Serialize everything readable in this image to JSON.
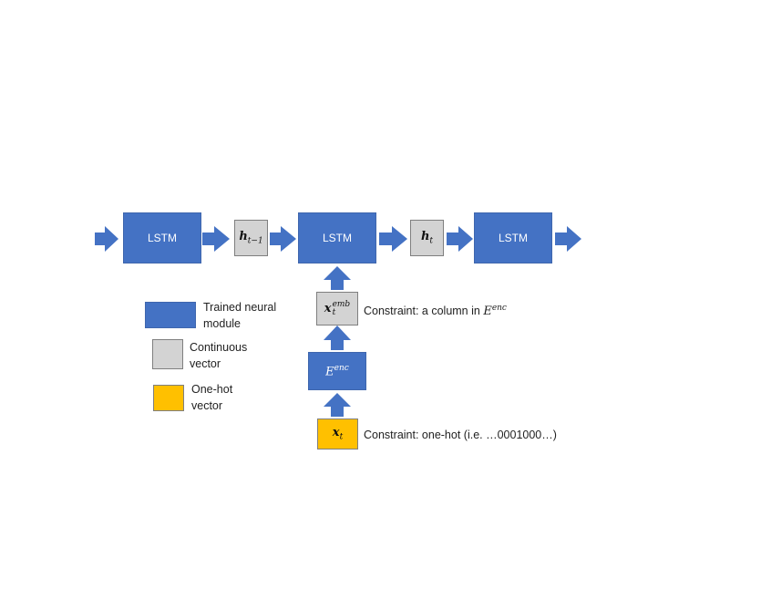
{
  "lstm_label": "LSTM",
  "hidden_prev": {
    "main": "h",
    "sub": "t−1"
  },
  "hidden_cur": {
    "main": "h",
    "sub": "t"
  },
  "embedding": {
    "main": "x",
    "sub": "t",
    "sup": "emb"
  },
  "encoder": {
    "main": "E",
    "sup": "enc"
  },
  "input": {
    "main": "x",
    "sub": "t"
  },
  "constraints": {
    "embedding_prefix": "Constraint: a column in ",
    "embedding_matrix": "E",
    "embedding_matrix_sup": "enc",
    "input": "Constraint: one-hot (i.e. …0001000…)"
  },
  "legend": {
    "trained_line1": "Trained neural",
    "trained_line2": "module",
    "continuous_line1": "Continuous",
    "continuous_line2": "vector",
    "onehot_line1": "One-hot",
    "onehot_line2": "vector"
  },
  "colors": {
    "module_blue": "#4472c4",
    "vector_gray": "#d3d3d3",
    "onehot_gold": "#ffc000"
  }
}
